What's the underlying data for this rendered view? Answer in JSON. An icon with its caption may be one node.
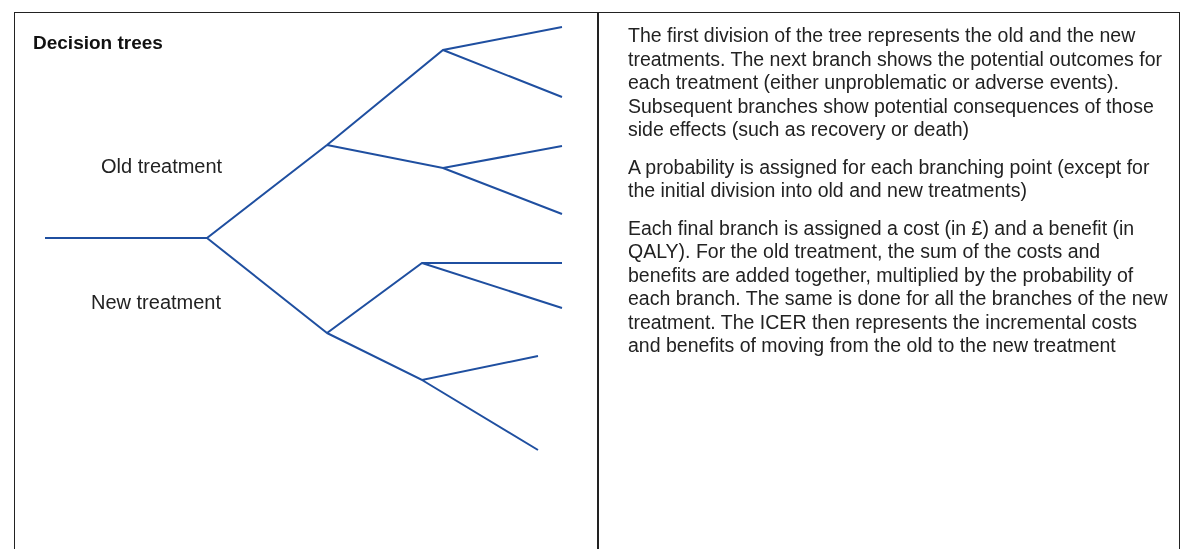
{
  "diagram": {
    "title": "Decision trees",
    "labels": [
      "Old treatment",
      "New treatment",
      "The first division of the tree represents the old and the new treatments. The next branch shows the potential outcomes for each treatment (either unproblematic or adverse events). Subsequent branches show potential consequences of those side effects (such as recovery or death)",
      "A probability is assigned for each branching point (except for the initial division into old and new treatments)",
      "Each final branch is assigned a cost (in £) and a benefit (in QALY). For the old treatment, the sum of the costs and benefits are added together, multiplied by the probability of each branch. The same is done for all the branches of the new treatment. The ICER then represents the incremental costs and benefits of moving from the old to the new treatment"
    ]
  }
}
